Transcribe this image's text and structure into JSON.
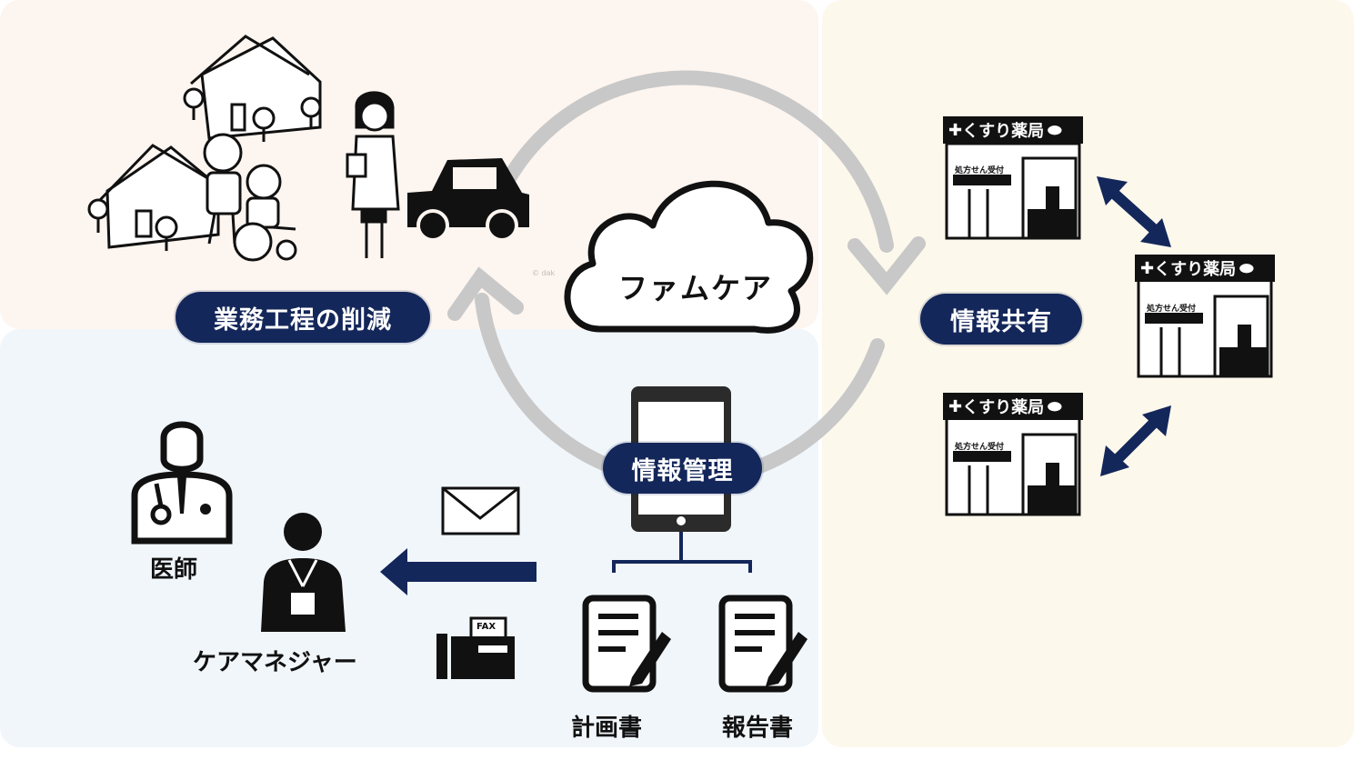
{
  "pills": {
    "reduction": "業務工程の削減",
    "info_share": "情報共有",
    "info_manage": "情報管理"
  },
  "cloud": {
    "label": "ファムケア"
  },
  "labels": {
    "doctor": "医師",
    "care_manager": "ケアマネジャー",
    "plan": "計画書",
    "report": "報告書"
  },
  "pharmacy": {
    "sign": "くすり薬局",
    "sub": "処方せん受付"
  },
  "fax": {
    "label": "FAX"
  },
  "watermark": "© dak",
  "colors": {
    "navy": "#14275a",
    "cycle_gray": "#c8c8c8",
    "top_panel": "#fdf5f0",
    "bottom_panel": "#f1f6fb",
    "right_panel": "#fdf8ec"
  }
}
